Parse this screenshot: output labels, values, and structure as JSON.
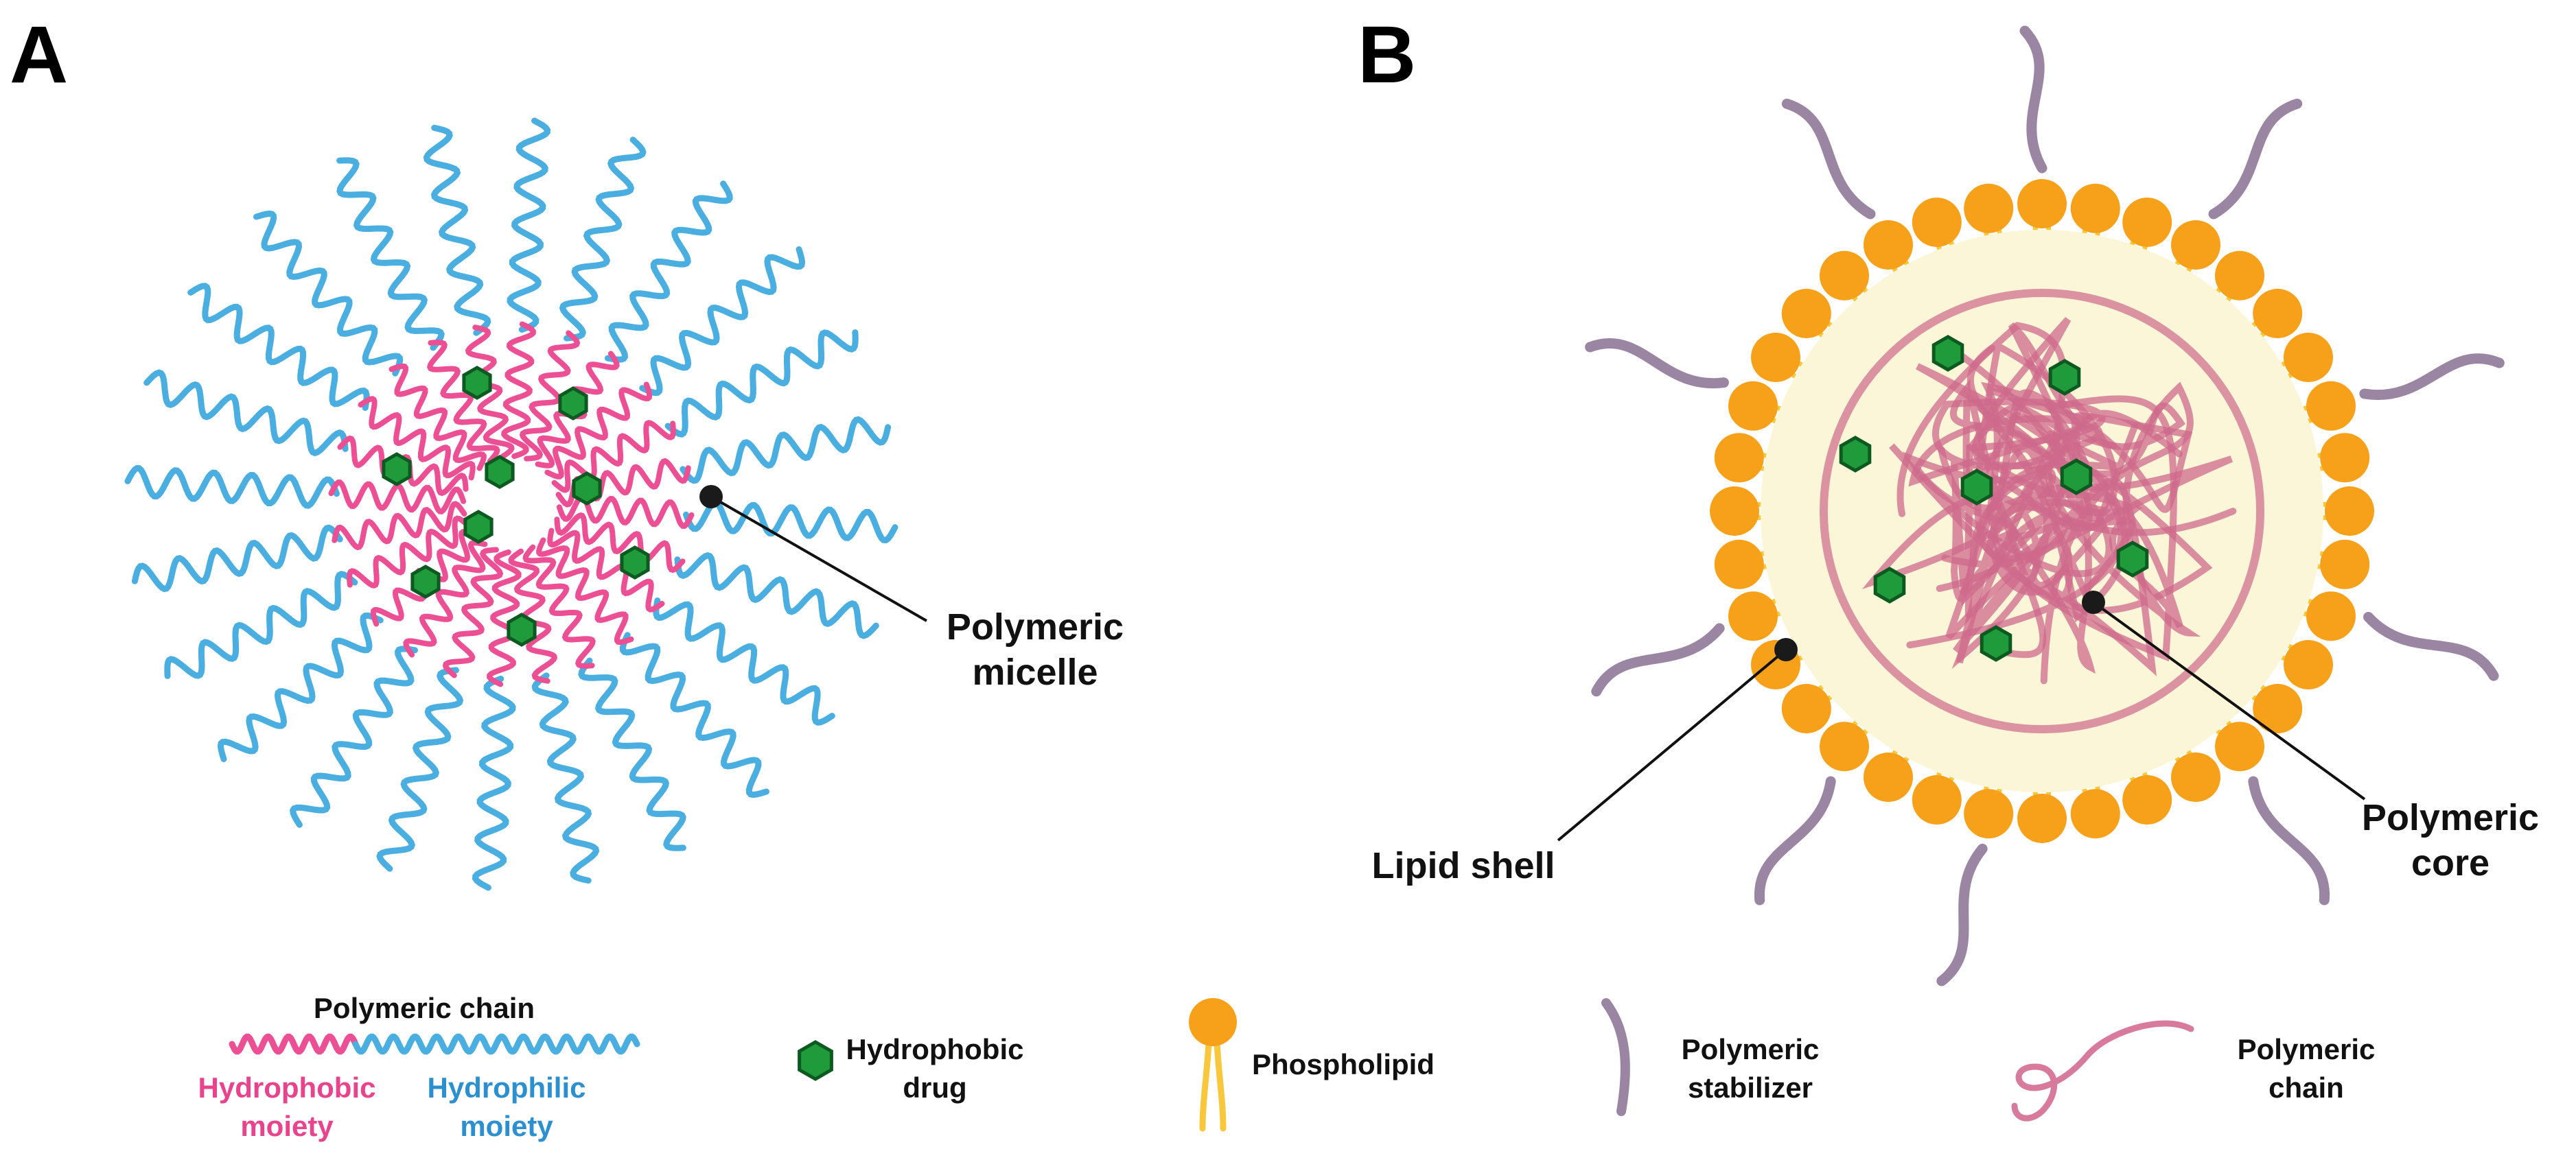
{
  "panels": {
    "a": {
      "letter": "A",
      "callout_line1": "Polymeric",
      "callout_line2": "micelle"
    },
    "b": {
      "letter": "B",
      "lipid_shell_label": "Lipid shell",
      "core_label_line1": "Polymeric",
      "core_label_line2": "core"
    }
  },
  "legend": {
    "chain": {
      "title": "Polymeric chain",
      "hydrophobic_line1": "Hydrophobic",
      "hydrophobic_line2": "moiety",
      "hydrophilic_line1": "Hydrophilic",
      "hydrophilic_line2": "moiety"
    },
    "drug": {
      "line1": "Hydrophobic",
      "line2": "drug"
    },
    "phospholipid": {
      "label": "Phospholipid"
    },
    "stabilizer": {
      "line1": "Polymeric",
      "line2": "stabilizer"
    },
    "polymer_chain": {
      "line1": "Polymeric",
      "line2": "chain"
    }
  },
  "colors": {
    "hydrophilic_blue": "#4aaee0",
    "hydrophobic_pink": "#ec4f93",
    "drug_green": "#1f9b3c",
    "drug_outline": "#0c5a20",
    "phospholipid_head": "#f7a11a",
    "phospholipid_tail": "#f9c73c",
    "stabilizer_mauve": "#9a86a3",
    "core_polymer": "#cd6a8c",
    "core_fill": "#fcf6d8",
    "hydrophobic_label": "#e8438c",
    "hydrophilic_label": "#2c8fd0"
  }
}
